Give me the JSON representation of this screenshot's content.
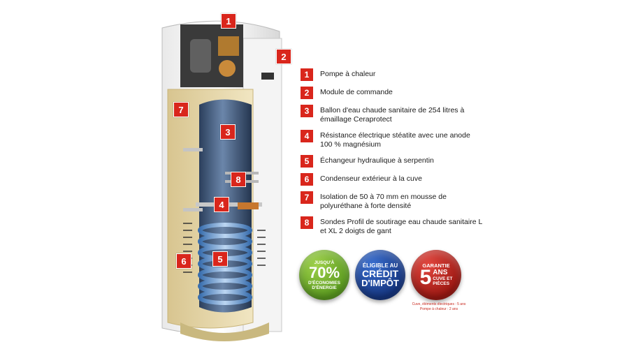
{
  "legend": {
    "items": [
      {
        "num": "1",
        "text": "Pompe à chaleur"
      },
      {
        "num": "2",
        "text": "Module de commande"
      },
      {
        "num": "3",
        "text": "Ballon d'eau chaude sanitaire de 254 litres à émaillage Ceraprotect"
      },
      {
        "num": "4",
        "text": "Résistance électrique stéatite avec une anode 100 % magnésium"
      },
      {
        "num": "5",
        "text": "Échangeur hydraulique à serpentin"
      },
      {
        "num": "6",
        "text": "Condenseur extérieur à la cuve"
      },
      {
        "num": "7",
        "text": "Isolation de 50 à 70 mm en mousse de polyuréthane à forte densité"
      },
      {
        "num": "8",
        "text": "Sondes Profil de soutirage eau chaude sanitaire L et XL 2 doigts de gant"
      }
    ]
  },
  "markers": [
    "1",
    "2",
    "3",
    "4",
    "5",
    "6",
    "7",
    "8"
  ],
  "badges": {
    "energy": {
      "top": "JUSQU'À",
      "value": "70%",
      "bottom1": "D'ÉCONOMIES",
      "bottom2": "D'ÉNERGIE",
      "color": "#6aab2a"
    },
    "credit": {
      "line1": "ÉLIGIBLE AU",
      "line2": "CRÉDIT",
      "line3": "D'IMPÔT",
      "color": "#1f48a8"
    },
    "warranty": {
      "top": "GARANTIE",
      "years": "5",
      "ans": "ANS",
      "sub1": "CUVE ET",
      "sub2": "PIÈCES",
      "color": "#c42a22"
    }
  },
  "note": {
    "line1": "Cuve, éléments électriques : 5 ans",
    "line2": "Pompe à chaleur : 2 ans"
  },
  "colors": {
    "marker": "#d9261c",
    "tank": "#3d5a80",
    "insulation": "#e8d8a8"
  }
}
